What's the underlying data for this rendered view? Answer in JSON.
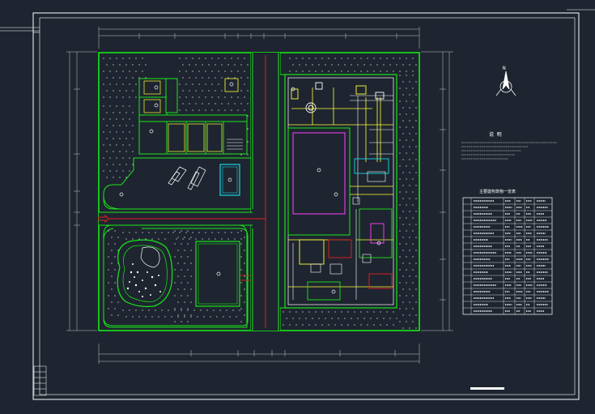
{
  "colors": {
    "background": "#1e2530",
    "frame": "#ffffff",
    "site_boundary": "#19e619",
    "buildings": "#19e619",
    "road_line": "#e02020",
    "water": "#19d4e6",
    "fill_area": "#ff40ff",
    "pipes": "#ffff33",
    "dims": "#c8c8c8",
    "dots": "#ffffff"
  },
  "icons": [
    "north-arrow-icon",
    "entrance-arrow-icon"
  ],
  "labels": {
    "north": "N",
    "legend_title": "说 明",
    "table_title": "主要建构筑物一览表"
  },
  "legend": {
    "line_count": 5
  },
  "table": {
    "row_count": 18,
    "column_count": 6
  }
}
